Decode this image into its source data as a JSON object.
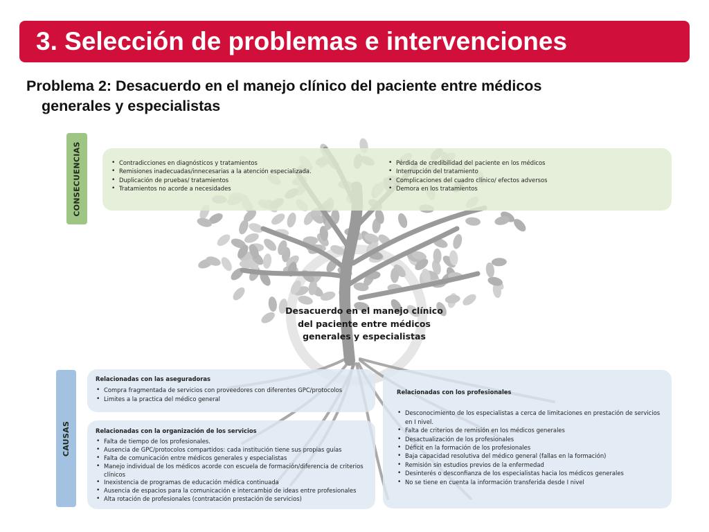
{
  "colors": {
    "title_bar": "#d0103a",
    "consequences_fill": "#dfecd2",
    "consequences_tab": "#9fc584",
    "causes_fill": "#dde8f3",
    "causes_tab": "#a3c2e2",
    "tree": "#9a9a9a"
  },
  "title": "3. Selección de problemas e intervenciones",
  "problem": {
    "line1": "Problema 2: Desacuerdo en el manejo clínico del paciente entre médicos",
    "line2": "generales y especialistas"
  },
  "labels": {
    "consequences": "CONSECUENCIAS",
    "causes": "CAUSAS"
  },
  "consequences": {
    "left": [
      "Contradicciones en diagnósticos y tratamientos",
      "Remisiones inadecuadas/innecesarias a la atención especializada.",
      "Duplicación de pruebas/ tratamientos",
      "Tratamientos no acorde a necesidades"
    ],
    "right": [
      "Pérdida de credibilidad del paciente en  los médicos",
      "Interrupción del tratamiento",
      "Complicaciones del cuadro clínico/ efectos adversos",
      "Demora en  los tratamientos"
    ]
  },
  "center": {
    "line1": "Desacuerdo en el manejo clínico",
    "line2": "del paciente entre médicos",
    "line3": "generales y especialistas"
  },
  "causes": {
    "insurers": {
      "heading": "Relacionadas  con las aseguradoras",
      "items": [
        "Compra fragmentada de servicios con proveedores con diferentes GPC/protocolos",
        "Limites a la practica del médico general"
      ]
    },
    "organization": {
      "heading": "Relacionadas  con la organización  de los servicios",
      "items": [
        "Falta de tiempo de los profesionales.",
        "Ausencia de GPC/protocolos compartidos: cada institución tiene sus propias guías",
        "Falta de comunicación entre médicos generales y especialistas",
        "Manejo individual de los médicos acorde con escuela de formación/diferencia de criterios clínicos",
        "Inexistencia de programas de educación médica continuada",
        "Ausencia de espacios para la comunicación e intercambio de ideas entre profesionales",
        "Alta rotación de profesionales (contratación prestación de servicios)"
      ]
    },
    "professionals": {
      "heading": "Relacionadas  con los profesionales",
      "items": [
        "Desconocimiento de los especialistas a cerca de limitaciones en prestación de servicios en I nivel.",
        "Falta de criterios de remisión en los médicos generales",
        "Desactualización de los profesionales",
        "Déficit en la formación de los profesionales",
        "Baja capacidad resolutiva del médico general (fallas en la formación)",
        "Remisión sin estudios previos de la enfermedad",
        "Desinterés o desconfianza de los especialistas hacia los médicos generales",
        "No se tiene en cuenta la información transferida desde I nivel"
      ]
    }
  }
}
